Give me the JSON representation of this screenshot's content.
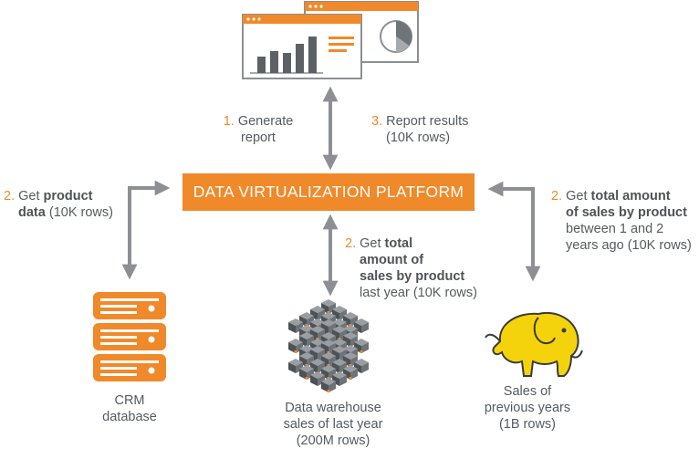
{
  "platform": {
    "label": "DATA VIRTUALIZATION PLATFORM"
  },
  "colors": {
    "accent": "#f0892a",
    "arrow": "#8c8f93",
    "text": "#555a60",
    "elephant": "#f4d30c"
  },
  "icons": {
    "report": "report-dashboard-icon",
    "crm": "server-rack-icon",
    "warehouse": "data-cubes-icon",
    "hadoop": "hadoop-elephant-icon"
  },
  "steps": {
    "generate": {
      "num": "1.",
      "line1": "Generate",
      "line2": "report"
    },
    "results": {
      "num": "3.",
      "line1": "Report results",
      "line2": "(10K rows)"
    },
    "crm_get": {
      "num": "2.",
      "pre": "Get",
      "bold1": "product",
      "bold2": "data",
      "post": "(10K rows)"
    },
    "warehouse_get": {
      "num": "2.",
      "pre": "Get",
      "bold1": "total",
      "bold2": "amount of",
      "bold3": "sales by product",
      "post": "last year (10K rows)"
    },
    "hadoop_get": {
      "num": "2.",
      "pre": "Get",
      "bold1": "total amount",
      "bold2": "of sales by product",
      "post1": "between 1 and 2",
      "post2": "years ago (10K rows)"
    }
  },
  "sources": {
    "crm": {
      "line1": "CRM",
      "line2": "database"
    },
    "warehouse": {
      "line1": "Data warehouse",
      "line2": "sales of last year",
      "line3": "(200M rows)"
    },
    "hadoop": {
      "line1": "Sales of",
      "line2": "previous years",
      "line3": "(1B rows)"
    }
  }
}
